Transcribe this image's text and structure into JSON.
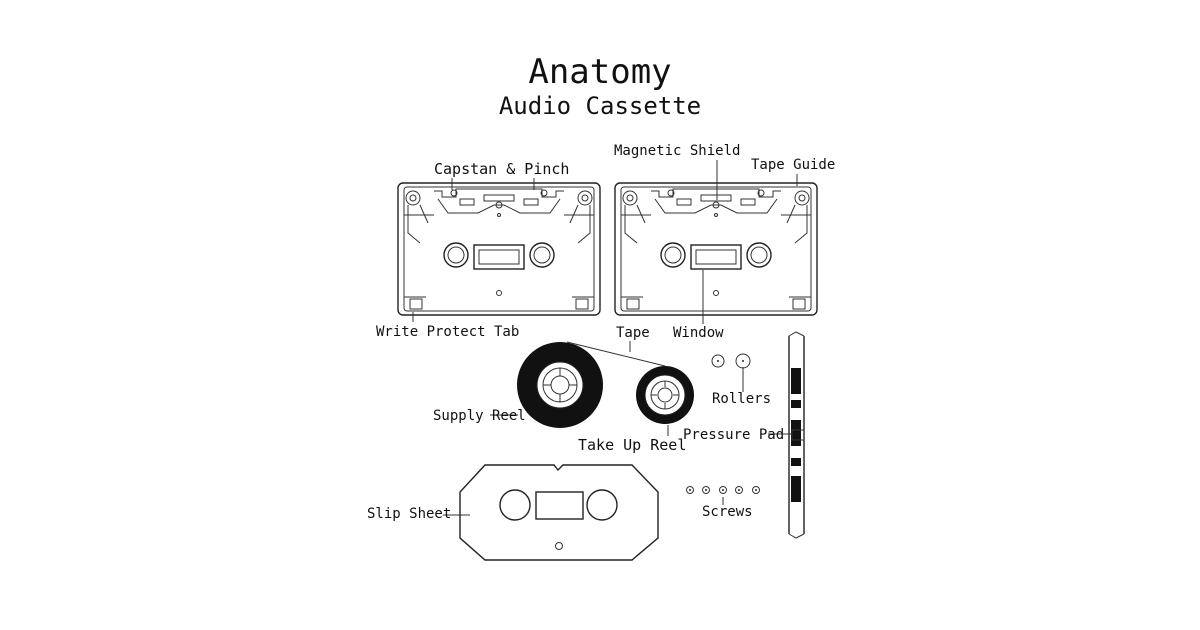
{
  "title": "Anatomy",
  "subtitle": "Audio Cassette",
  "labels": {
    "capstan_pinch": "Capstan & Pinch",
    "magnetic_shield": "Magnetic Shield",
    "tape_guide": "Tape Guide",
    "write_protect_tab": "Write Protect Tab",
    "tape": "Tape",
    "window": "Window",
    "supply_reel": "Supply Reel",
    "take_up_reel": "Take Up Reel",
    "rollers": "Rollers",
    "pressure_pad": "Pressure Pad",
    "slip_sheet": "Slip Sheet",
    "screws": "Screws"
  },
  "colors": {
    "ink": "#111111",
    "background": "#ffffff"
  }
}
